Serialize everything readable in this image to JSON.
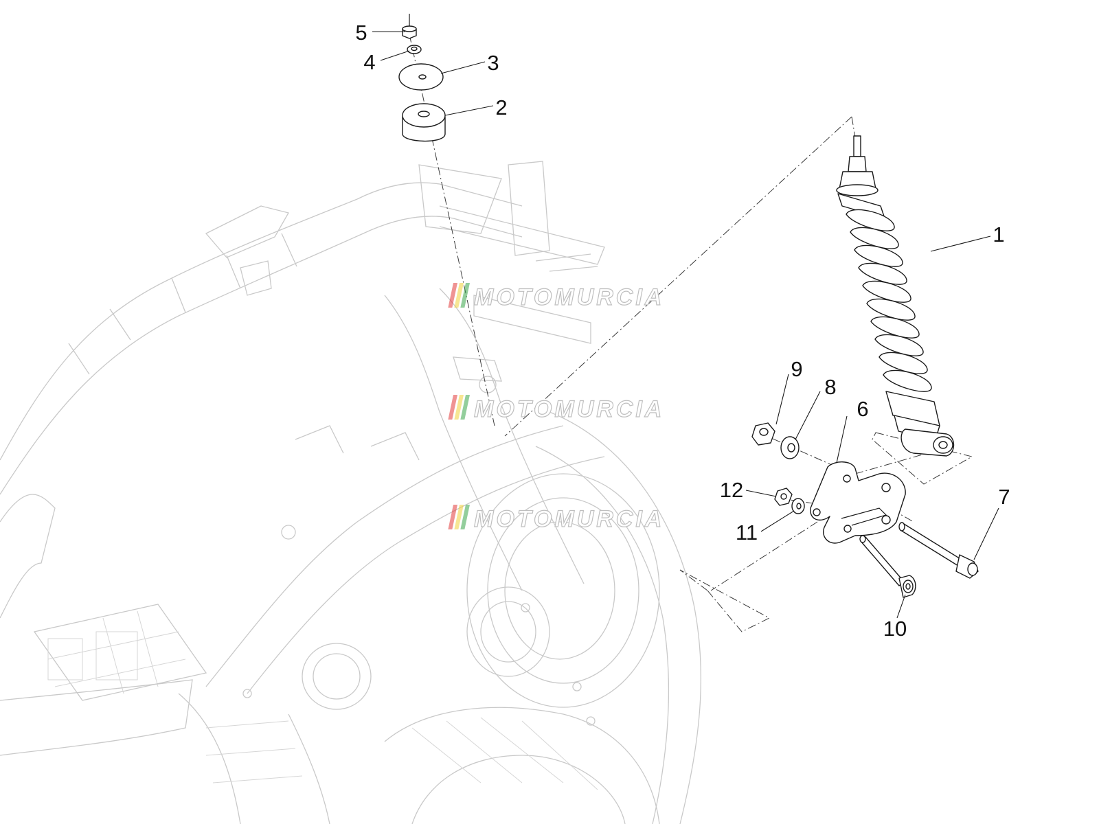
{
  "callouts": {
    "c1": "1",
    "c2": "2",
    "c3": "3",
    "c4": "4",
    "c5": "5",
    "c6": "6",
    "c7": "7",
    "c8": "8",
    "c9": "9",
    "c10": "10",
    "c11": "11",
    "c12": "12"
  },
  "watermark": {
    "text": "MOTOMURCIA",
    "stripe_colors": [
      "#e23b3b",
      "#f0d23a",
      "#3aa54b"
    ]
  }
}
